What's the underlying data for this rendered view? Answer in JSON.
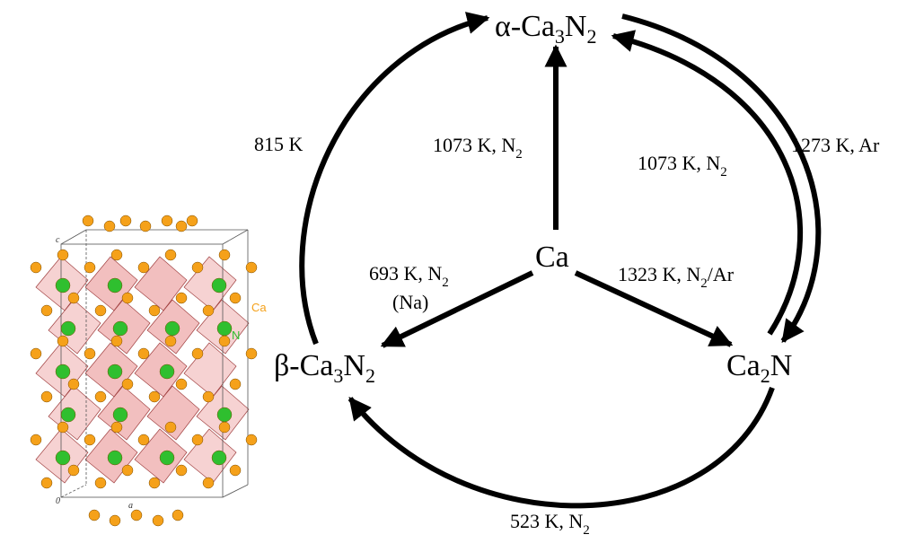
{
  "nodes": {
    "alpha": {
      "prefix": "α-Ca",
      "sub1": "3",
      "mid": "N",
      "sub2": "2"
    },
    "beta": {
      "prefix": "β-Ca",
      "sub1": "3",
      "mid": "N",
      "sub2": "2"
    },
    "ca2n": {
      "prefix": "Ca",
      "sub1": "2",
      "mid": "N"
    },
    "ca": {
      "text": "Ca"
    }
  },
  "conditions": {
    "beta_to_alpha": "815 K",
    "ca_to_alpha": {
      "main": "1073 K, N",
      "sub": "2"
    },
    "ca2n_to_alpha": {
      "main": "1073 K, N",
      "sub": "2"
    },
    "alpha_to_ca2n": "1273 K, Ar",
    "ca_to_beta": {
      "main": "693 K, N",
      "sub": "2",
      "line2": "(Na)"
    },
    "ca_to_ca2n": {
      "main": "1323 K, N",
      "sub": "2",
      "tail": "/Ar"
    },
    "ca2n_to_beta": {
      "main": "523 K, N",
      "sub": "2"
    }
  },
  "crystal": {
    "element_labels": {
      "ca": "Ca",
      "n": "N"
    },
    "axis_labels": {
      "c": "c",
      "origin": "0",
      "a": "a"
    },
    "colors": {
      "ca": "#f5a11a",
      "n": "#2fbf2f",
      "polyhedra": "#e88a8a"
    }
  }
}
